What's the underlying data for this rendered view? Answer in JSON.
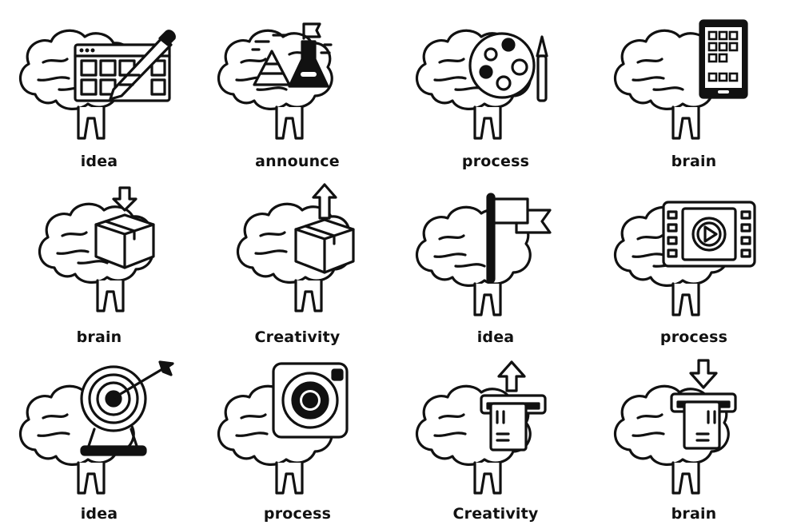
{
  "icons": [
    {
      "label": "idea",
      "icon": "brain-browser-pencil-icon"
    },
    {
      "label": "announce",
      "icon": "brain-flask-icon"
    },
    {
      "label": "process",
      "icon": "brain-palette-icon"
    },
    {
      "label": "brain",
      "icon": "brain-tablet-icon"
    },
    {
      "label": "brain",
      "icon": "brain-box-in-icon"
    },
    {
      "label": "Creativity",
      "icon": "brain-box-out-icon"
    },
    {
      "label": "idea",
      "icon": "brain-flag-icon"
    },
    {
      "label": "process",
      "icon": "brain-video-icon"
    },
    {
      "label": "idea",
      "icon": "brain-target-icon"
    },
    {
      "label": "process",
      "icon": "brain-camera-icon"
    },
    {
      "label": "Creativity",
      "icon": "brain-card-out-icon"
    },
    {
      "label": "brain",
      "icon": "brain-card-in-icon"
    }
  ]
}
